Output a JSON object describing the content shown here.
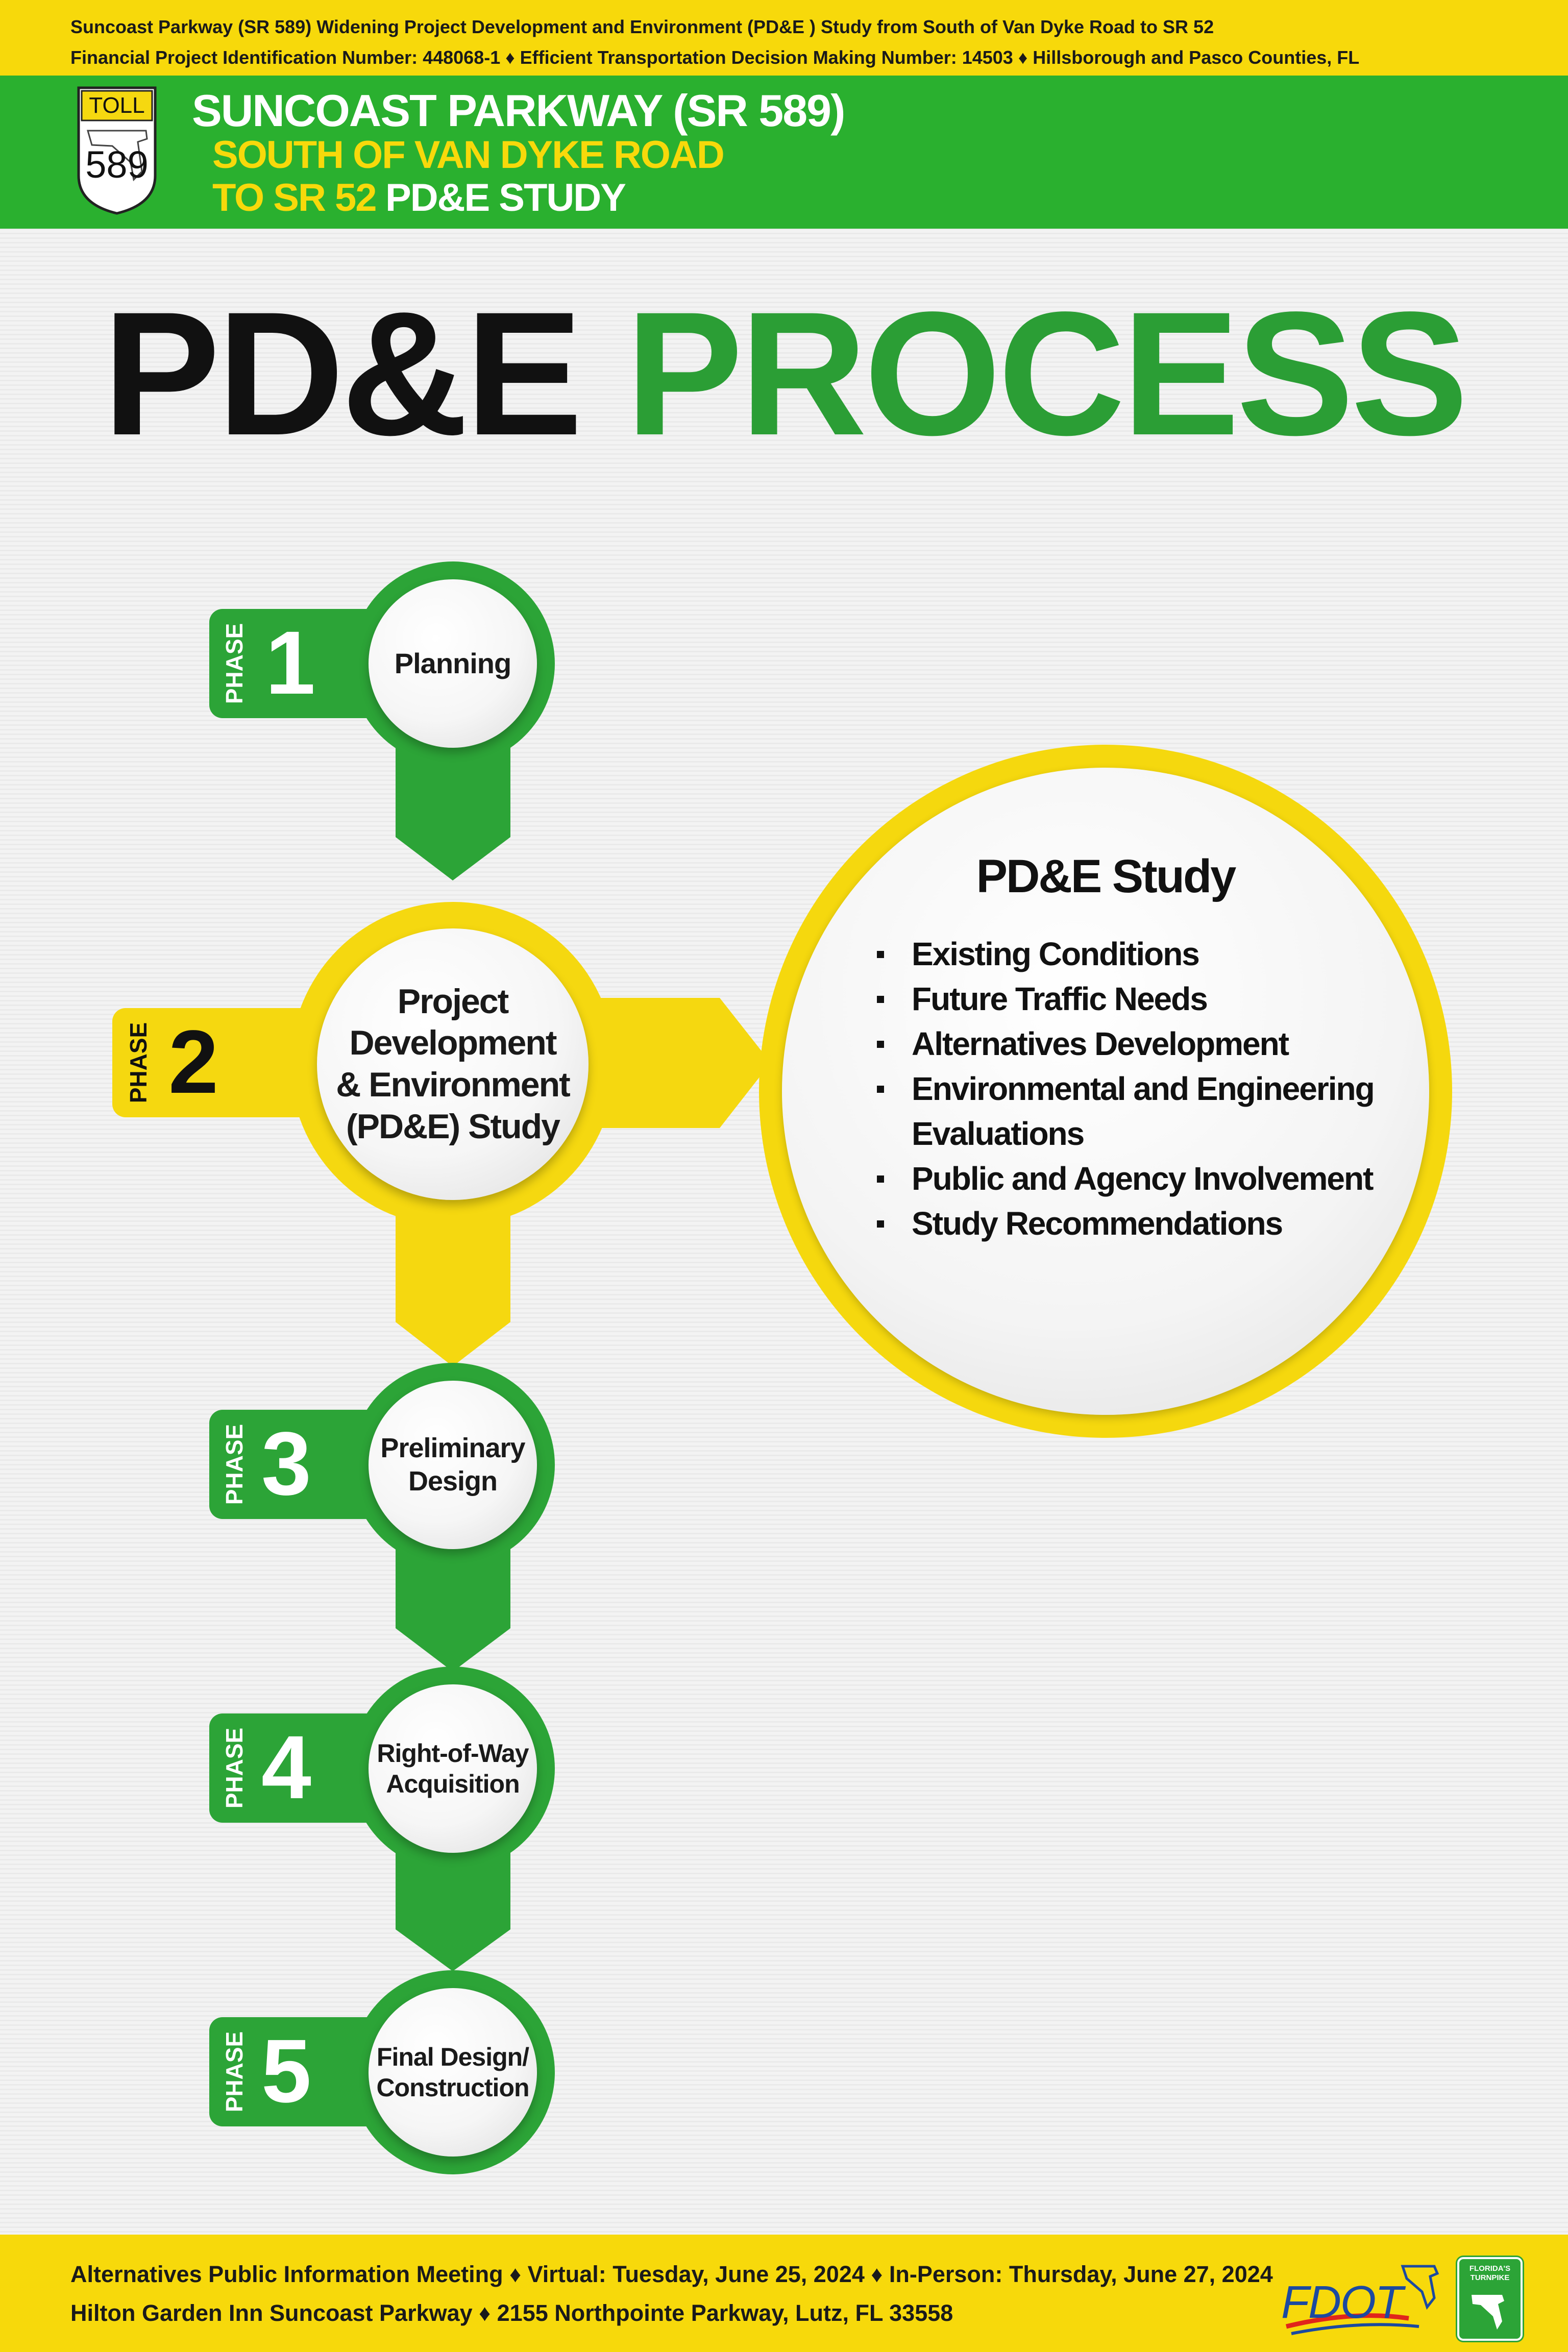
{
  "top_bar": {
    "line1": "Suncoast Parkway (SR 589) Widening Project Development and Environment (PD&E ) Study from South of Van Dyke Road to SR 52",
    "line2": "Financial Project Identification Number: 448068-1  ♦  Efficient Transportation Decision Making Number: 14503  ♦  Hillsborough and Pasco Counties, FL"
  },
  "header": {
    "shield_top": "TOLL",
    "shield_number": "589",
    "title": "SUNCOAST PARKWAY (SR 589)",
    "subtitle_line1": "SOUTH OF VAN DYKE ROAD",
    "subtitle_line2a": "TO SR 52",
    "subtitle_line2b": "PD&E STUDY"
  },
  "title": {
    "part1": "PD&E",
    "part2": "PROCESS"
  },
  "phases": [
    {
      "word": "PHASE",
      "number": "1",
      "label_lines": [
        "Planning"
      ]
    },
    {
      "word": "PHASE",
      "number": "2",
      "label_lines": [
        "Project",
        "Development",
        "& Environment",
        "(PD&E) Study"
      ]
    },
    {
      "word": "PHASE",
      "number": "3",
      "label_lines": [
        "Preliminary",
        "Design"
      ]
    },
    {
      "word": "PHASE",
      "number": "4",
      "label_lines": [
        "Right-of-Way",
        "Acquisition"
      ]
    },
    {
      "word": "PHASE",
      "number": "5",
      "label_lines": [
        "Final Design/",
        "Construction"
      ]
    }
  ],
  "study": {
    "title": "PD&E Study",
    "items": [
      {
        "line1": "Existing Conditions"
      },
      {
        "line1": "Future Traffic Needs"
      },
      {
        "line1": "Alternatives Development"
      },
      {
        "line1": "Environmental and Engineering",
        "line2": "Evaluations"
      },
      {
        "line1": "Public and Agency Involvement"
      },
      {
        "line1": "Study Recommendations"
      }
    ]
  },
  "footer": {
    "line1": "Alternatives Public Information Meeting  ♦  Virtual: Tuesday, June 25, 2024  ♦  In-Person: Thursday, June 27, 2024",
    "line2": "Hilton Garden Inn Suncoast Parkway  ♦  2155 Northpointe Parkway, Lutz, FL  33558",
    "fdot_logo": "FDOT",
    "turnpike_logo": "FLORIDA'S TURNPIKE"
  },
  "colors": {
    "green": "#2ca437",
    "yellow": "#f5d810",
    "title_green": "#2b9e35"
  }
}
